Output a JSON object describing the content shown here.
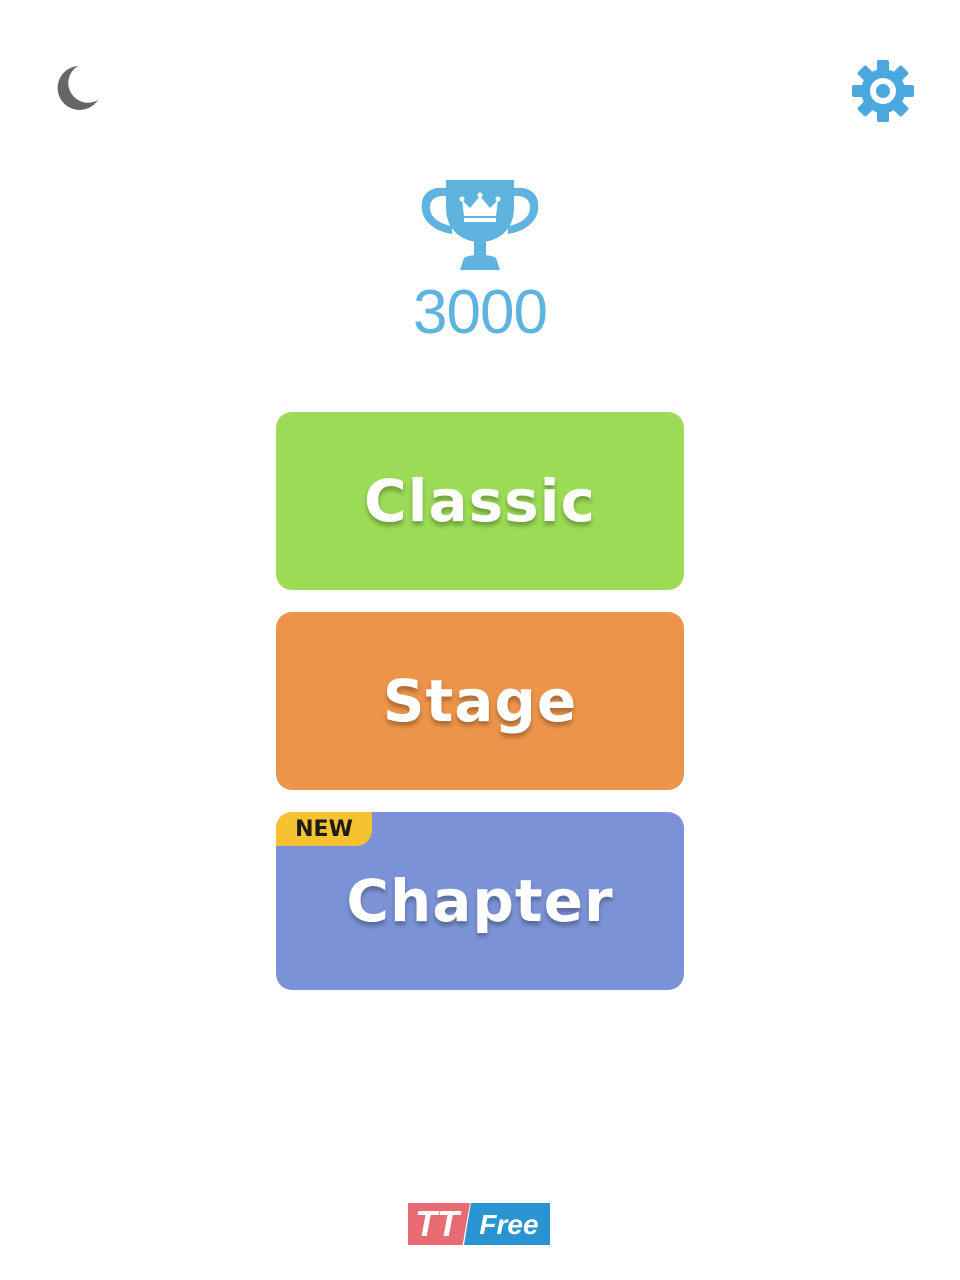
{
  "header": {
    "night_mode_icon": "moon-icon",
    "settings_icon": "gear-icon",
    "colors": {
      "moon": "#666666",
      "gear": "#4aa8df"
    }
  },
  "trophy": {
    "icon": "trophy-icon",
    "score": "3000",
    "color": "#5eb3df"
  },
  "modes": {
    "classic": {
      "label": "Classic",
      "color": "#9bdb55"
    },
    "stage": {
      "label": "Stage",
      "color": "#ec944a"
    },
    "chapter": {
      "label": "Chapter",
      "color": "#7b93d6",
      "badge": "NEW",
      "badge_color": "#f5c331"
    }
  },
  "footer": {
    "brand_tt": "TT",
    "brand_free": "Free",
    "colors": {
      "tt": "#e86a72",
      "free": "#2a93d1"
    }
  }
}
